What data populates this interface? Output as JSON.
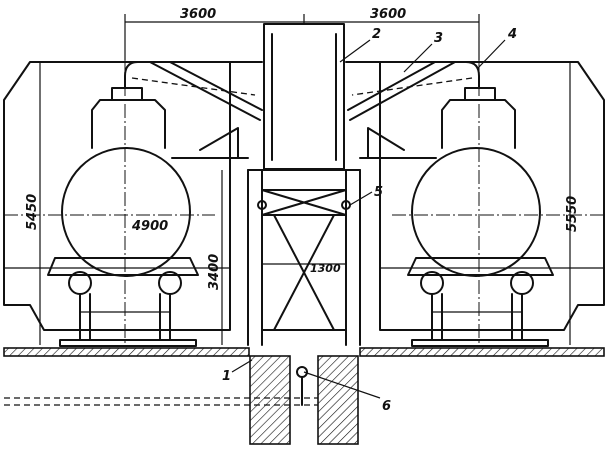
{
  "dimensions": {
    "left_span": "3600",
    "right_span": "3600",
    "left_height": "5450",
    "right_height": "5550",
    "tank_diameter": "4900",
    "platform_height": "3400",
    "gantry_width": "1300"
  },
  "callouts": {
    "c1": "1",
    "c2": "2",
    "c3": "3",
    "c4": "4",
    "c5": "5",
    "c6": "6"
  }
}
